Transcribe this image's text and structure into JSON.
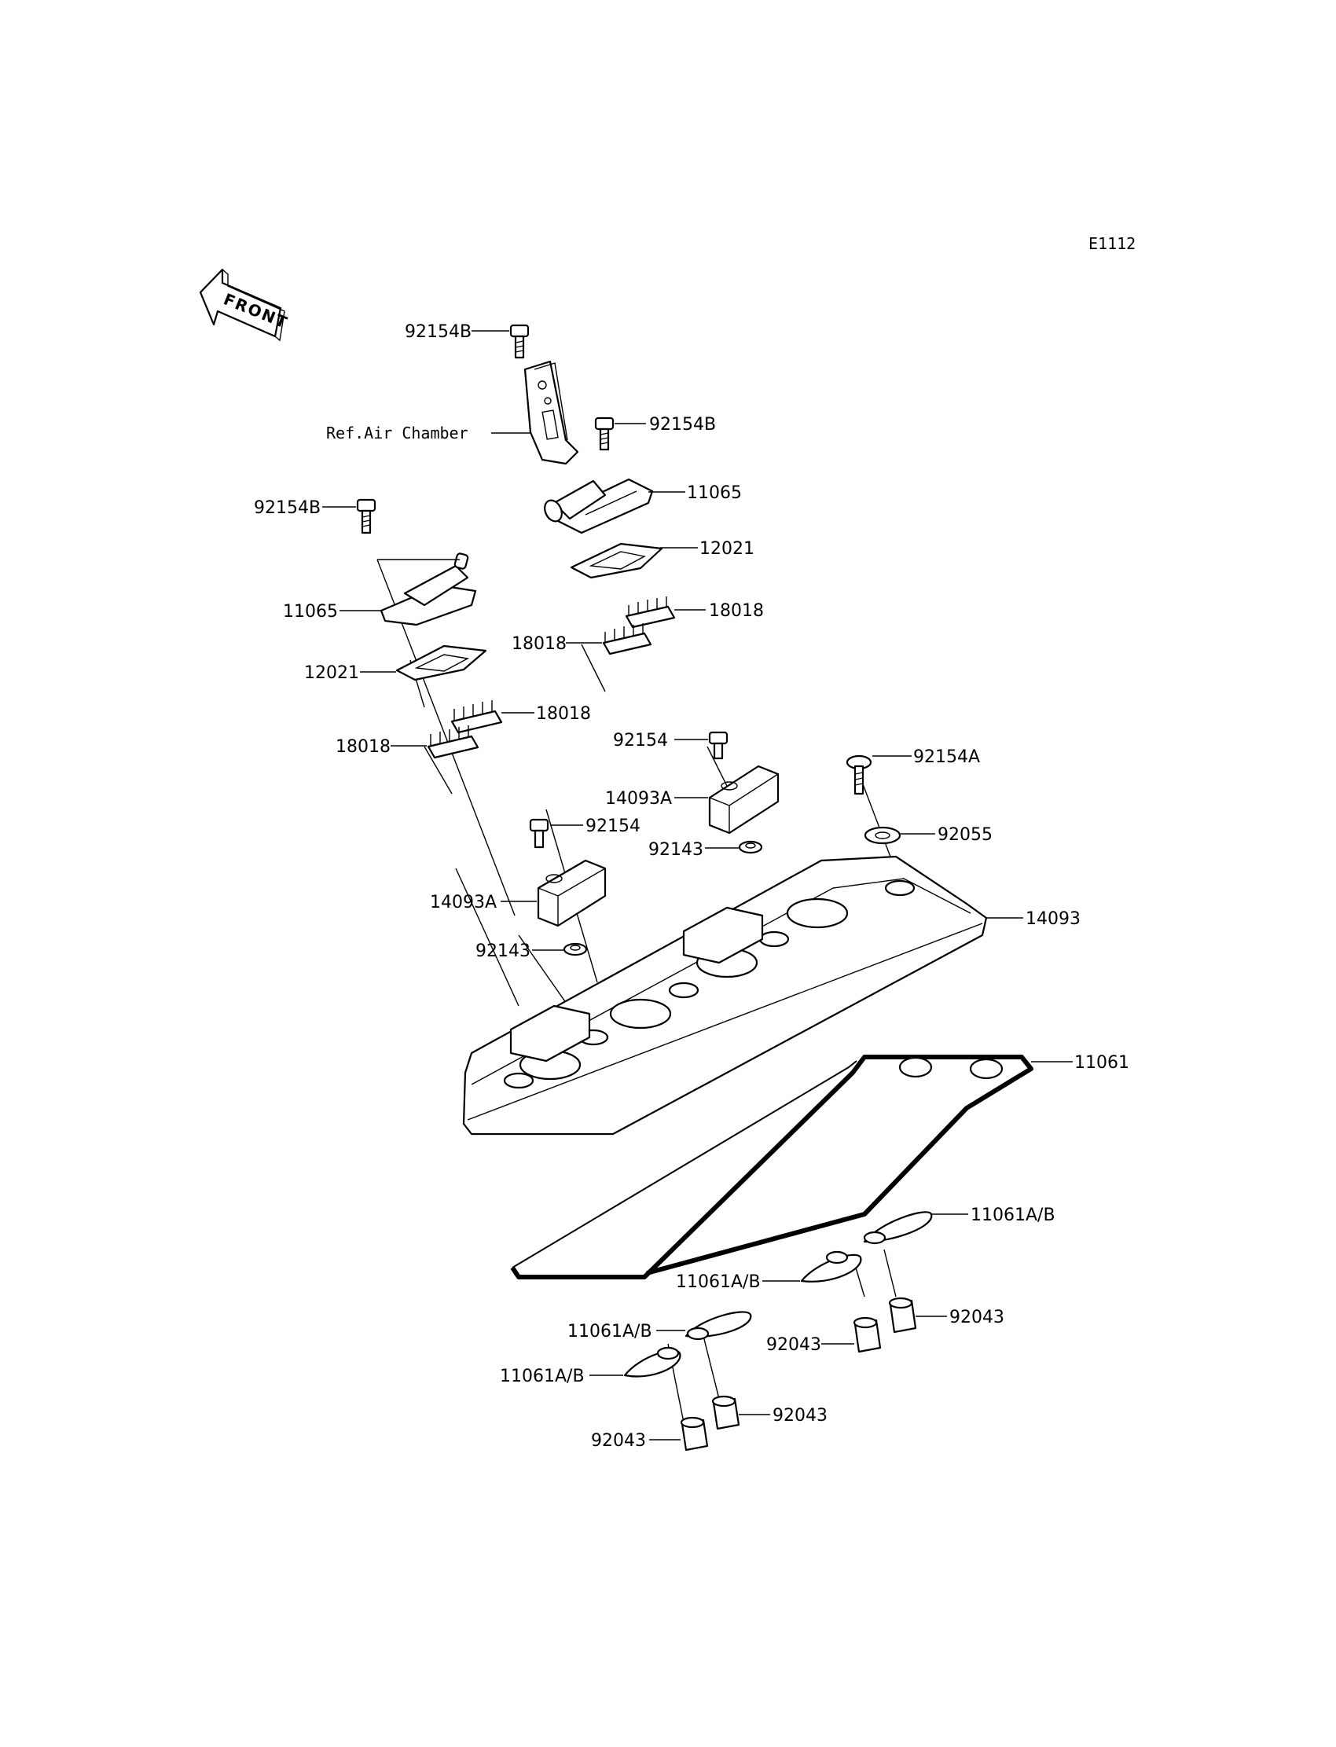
{
  "diagram_code": "E1112",
  "front_indicator": "FRONT",
  "callouts": {
    "bolt_top": "92154B",
    "ref_air_chamber": "Ref.Air Chamber",
    "bolt_right_top": "92154B",
    "cover_right": "11065",
    "bolt_left": "92154B",
    "plate_right": "12021",
    "cover_left": "11065",
    "reed_right_upper": "18018",
    "reed_right_lower": "18018",
    "plate_left": "12021",
    "reed_left_upper": "18018",
    "reed_left_lower": "18018",
    "bolt_center": "92154",
    "bolt_far_right": "92154A",
    "cap_center": "14093A",
    "bolt_lower": "92154",
    "washer_right": "92055",
    "grommet_center": "92143",
    "cap_left": "14093A",
    "head_cover": "14093",
    "grommet_left": "92143",
    "gasket": "11061",
    "plug_gasket_1": "11061A/B",
    "plug_gasket_2": "11061A/B",
    "collar_1": "92043",
    "plug_gasket_3": "11061A/B",
    "collar_2": "92043",
    "plug_gasket_4": "11061A/B",
    "collar_3": "92043",
    "collar_4": "92043"
  }
}
